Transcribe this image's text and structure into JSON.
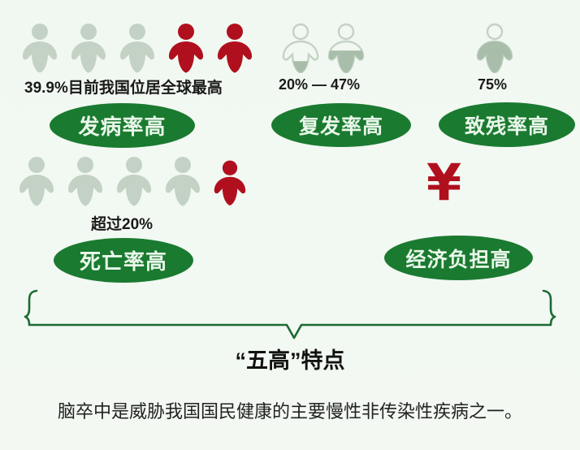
{
  "theme": {
    "background": "#f2f8f2",
    "green": "#1a7a30",
    "green_text": "#e9f7ea",
    "gray_figure": "#c3d2c4",
    "gray_figure_dark": "#a8bdaa",
    "red_figure": "#b0101e",
    "text_dark": "#1a1a1a",
    "brace_stroke": "#1c6b33"
  },
  "groups": [
    {
      "id": "incidence",
      "stat": "39.9%目前我国位居全球最高",
      "label": "发病率高",
      "figures": [
        {
          "type": "solid",
          "color": "gray"
        },
        {
          "type": "solid",
          "color": "gray"
        },
        {
          "type": "solid",
          "color": "gray"
        },
        {
          "type": "solid",
          "color": "red"
        },
        {
          "type": "solid",
          "color": "red"
        }
      ]
    },
    {
      "id": "recurrence",
      "stat": "20% — 47%",
      "label": "复发率高",
      "figures": [
        {
          "type": "partial",
          "color": "gray",
          "fill_percent": 20
        },
        {
          "type": "partial",
          "color": "gray",
          "fill_percent": 47
        }
      ]
    },
    {
      "id": "disability",
      "stat": "75%",
      "label": "致残率高",
      "figures": [
        {
          "type": "partial",
          "color": "gray",
          "fill_percent": 75
        }
      ]
    },
    {
      "id": "mortality",
      "stat": "超过20%",
      "label": "死亡率高",
      "figures": [
        {
          "type": "solid",
          "color": "gray"
        },
        {
          "type": "solid",
          "color": "gray"
        },
        {
          "type": "solid",
          "color": "gray"
        },
        {
          "type": "solid",
          "color": "gray"
        },
        {
          "type": "solid",
          "color": "red"
        }
      ]
    },
    {
      "id": "economic-burden",
      "stat": "",
      "label": "经济负担高",
      "icon": "yuan-currency-icon",
      "icon_glyph": "¥"
    }
  ],
  "summary": {
    "brace_icon": "curly-brace-icon",
    "title": "“五高”特点",
    "footnote": "脑卒中是威胁我国国民健康的主要慢性非传染性疾病之一。"
  }
}
